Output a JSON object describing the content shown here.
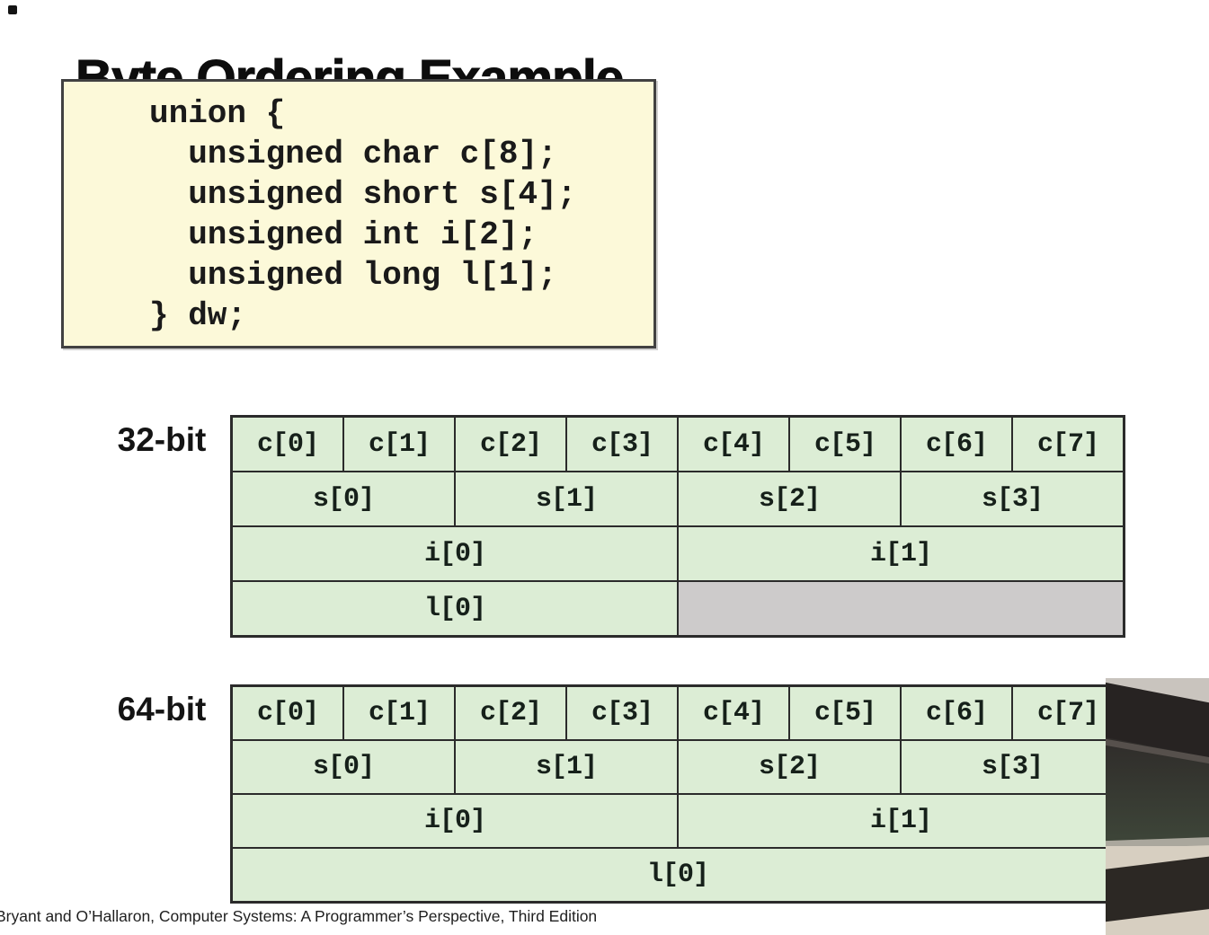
{
  "page": {
    "title": "Byte Ordering Example",
    "footer": "Bryant and O’Hallaron, Computer Systems: A Programmer’s Perspective, Third Edition"
  },
  "code_block": {
    "lines": [
      "union {",
      "  unsigned char c[8];",
      "  unsigned short s[4];",
      "  unsigned int i[2];",
      "  unsigned long l[1];",
      "} dw;"
    ]
  },
  "diagrams": [
    {
      "id": "32bit",
      "label": "32-bit",
      "rows": [
        {
          "name": "char-row",
          "cells": [
            {
              "text": "c[0]",
              "span": 1
            },
            {
              "text": "c[1]",
              "span": 1
            },
            {
              "text": "c[2]",
              "span": 1
            },
            {
              "text": "c[3]",
              "span": 1
            },
            {
              "text": "c[4]",
              "span": 1
            },
            {
              "text": "c[5]",
              "span": 1
            },
            {
              "text": "c[6]",
              "span": 1
            },
            {
              "text": "c[7]",
              "span": 1
            }
          ]
        },
        {
          "name": "short-row",
          "cells": [
            {
              "text": "s[0]",
              "span": 2
            },
            {
              "text": "s[1]",
              "span": 2
            },
            {
              "text": "s[2]",
              "span": 2
            },
            {
              "text": "s[3]",
              "span": 2
            }
          ]
        },
        {
          "name": "int-row",
          "cells": [
            {
              "text": "i[0]",
              "span": 4
            },
            {
              "text": "i[1]",
              "span": 4
            }
          ]
        },
        {
          "name": "long-row",
          "cells": [
            {
              "text": "l[0]",
              "span": 4
            },
            {
              "text": "",
              "span": 4,
              "unused": true
            }
          ]
        }
      ]
    },
    {
      "id": "64bit",
      "label": "64-bit",
      "rows": [
        {
          "name": "char-row",
          "cells": [
            {
              "text": "c[0]",
              "span": 1
            },
            {
              "text": "c[1]",
              "span": 1
            },
            {
              "text": "c[2]",
              "span": 1
            },
            {
              "text": "c[3]",
              "span": 1
            },
            {
              "text": "c[4]",
              "span": 1
            },
            {
              "text": "c[5]",
              "span": 1
            },
            {
              "text": "c[6]",
              "span": 1
            },
            {
              "text": "c[7]",
              "span": 1
            }
          ]
        },
        {
          "name": "short-row",
          "cells": [
            {
              "text": "s[0]",
              "span": 2
            },
            {
              "text": "s[1]",
              "span": 2
            },
            {
              "text": "s[2]",
              "span": 2
            },
            {
              "text": "s[3]",
              "span": 2
            }
          ]
        },
        {
          "name": "int-row",
          "cells": [
            {
              "text": "i[0]",
              "span": 4
            },
            {
              "text": "i[1]",
              "span": 4
            }
          ]
        },
        {
          "name": "long-row",
          "cells": [
            {
              "text": "l[0]",
              "span": 8
            }
          ]
        }
      ]
    }
  ],
  "colors": {
    "cell_green": "#dcedd5",
    "cell_gray": "#cdcbcb",
    "table_border": "#2b2b2b",
    "code_bg": "#fcf9d9",
    "code_border": "#414141",
    "overlay_board_green": "#3e4639",
    "overlay_wall_beige": "#d7cfc1",
    "overlay_dark": "#272322"
  }
}
